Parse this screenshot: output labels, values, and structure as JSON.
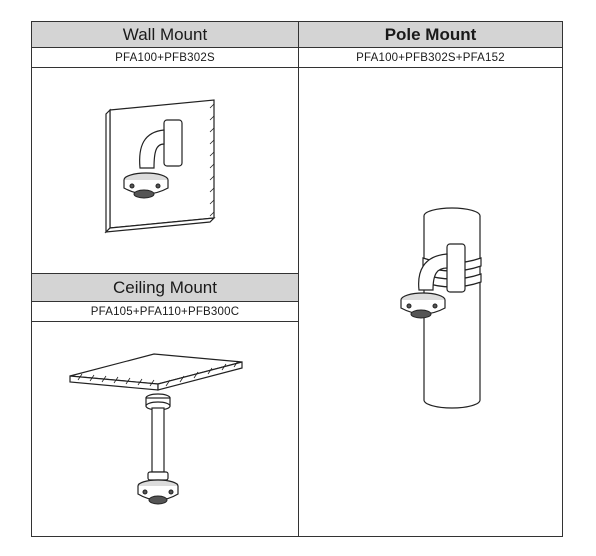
{
  "wall": {
    "title": "Wall Mount",
    "model": "PFA100+PFB302S"
  },
  "pole": {
    "title": "Pole Mount",
    "model": "PFA100+PFB302S+PFA152"
  },
  "ceiling": {
    "title": "Ceiling Mount",
    "model": "PFA105+PFA110+PFB300C"
  },
  "colors": {
    "header_bg": "#d4d4d4",
    "border": "#333333"
  }
}
